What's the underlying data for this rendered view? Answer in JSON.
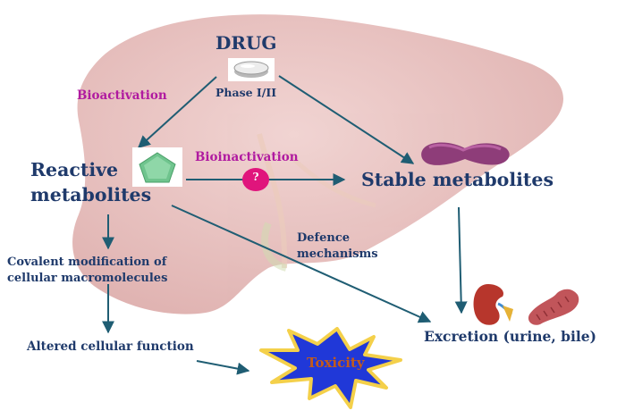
{
  "labels": {
    "drug": "DRUG",
    "phase": "Phase I/II",
    "bioactivation": "Bioactivation",
    "bioinactivation": "Bioinactivation",
    "reactive_line1": "Reactive",
    "reactive_line2": "metabolites",
    "stable": "Stable metabolites",
    "defence_line1": "Defence",
    "defence_line2": "mechanisms",
    "covalent_line1": "Covalent modification of",
    "covalent_line2": "cellular macromolecules",
    "altered": "Altered cellular function",
    "excretion": "Excretion (urine, bile)",
    "toxicity": "Toxicity",
    "question": "?"
  },
  "icons": {
    "drug": "pill-icon",
    "reactive": "pentagon-icon",
    "stable": "dumbbell-icon",
    "kidney": "kidney-icon",
    "intestine": "intestine-icon",
    "background": "liver-illustration",
    "toxicity": "starburst-shape"
  },
  "colors": {
    "text_primary": "#1f3a6b",
    "text_accent": "#b01aa0",
    "arrow": "#1f5d73",
    "liver": "#dca7a5",
    "toxicity_fill": "#2038d8",
    "toxicity_border": "#f4d04a",
    "toxicity_text": "#c25b1c"
  }
}
